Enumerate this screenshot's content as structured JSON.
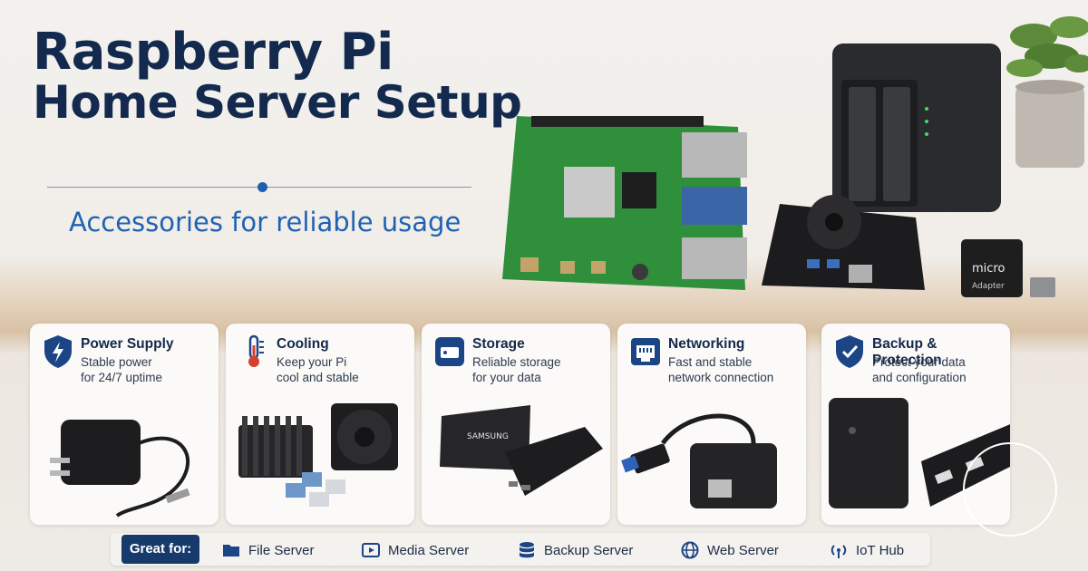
{
  "hero": {
    "title_line1": "Raspberry Pi",
    "title_line2": "Home Server Setup",
    "subtitle": "Accessories for reliable usage"
  },
  "cards": [
    {
      "title": "Power Supply",
      "desc1": "Stable power",
      "desc2": "for 24/7 uptime",
      "icon": "shield-bolt-icon"
    },
    {
      "title": "Cooling",
      "desc1": "Keep your Pi",
      "desc2": "cool and stable",
      "icon": "thermometer-icon"
    },
    {
      "title": "Storage",
      "desc1": "Reliable storage",
      "desc2": "for your data",
      "icon": "drive-icon"
    },
    {
      "title": "Networking",
      "desc1": "Fast and stable",
      "desc2": "network connection",
      "icon": "ethernet-port-icon"
    },
    {
      "title": "Backup & Protection",
      "desc1": "Protect your data",
      "desc2": "and configuration",
      "icon": "shield-check-icon"
    }
  ],
  "product_labels": {
    "ssd_brand": "SAMSUNG",
    "sd_card": "micro",
    "sd_adapter": "Adapter"
  },
  "footer": {
    "great_for": "Great for:",
    "uses": [
      {
        "label": "File Server",
        "icon": "folder-icon"
      },
      {
        "label": "Media Server",
        "icon": "media-play-icon"
      },
      {
        "label": "Backup Server",
        "icon": "database-icon"
      },
      {
        "label": "Web Server",
        "icon": "globe-icon"
      },
      {
        "label": "IoT Hub",
        "icon": "wireless-icon"
      }
    ]
  },
  "colors": {
    "title": "#132a4e",
    "accent": "#1d5fb0",
    "badge": "#163a6b"
  }
}
